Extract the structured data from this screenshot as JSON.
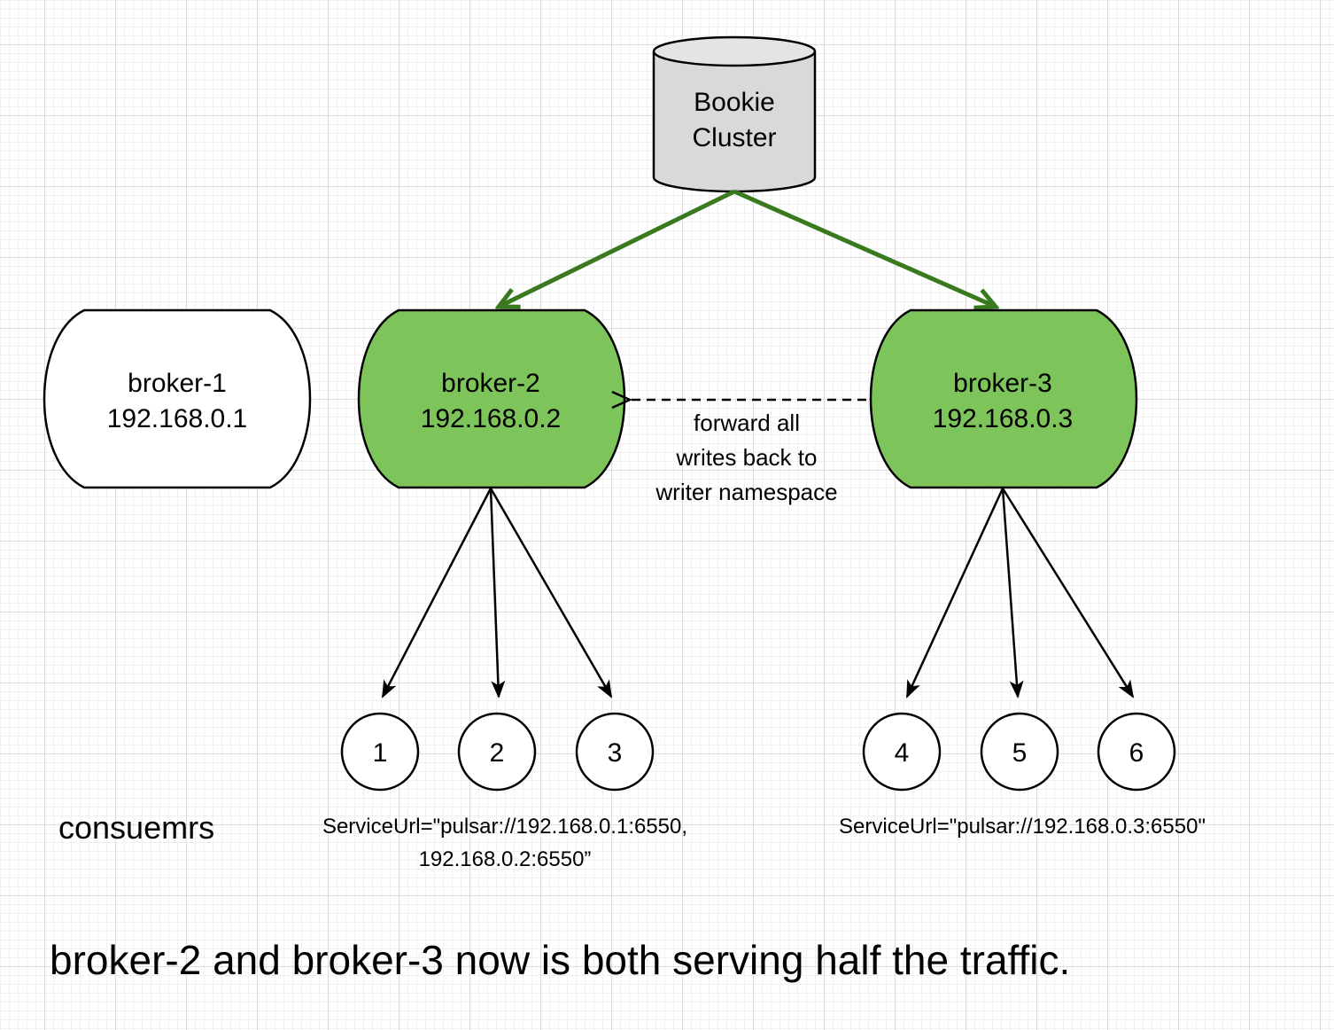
{
  "colors": {
    "active_broker": "#7dc55a",
    "idle_broker": "#ffffff",
    "storage": "#d9d9d9",
    "replication_edge": "#3a7a1f",
    "line": "#000000"
  },
  "storage": {
    "icon": "cylinder-icon",
    "line1": "Bookie",
    "line2": "Cluster"
  },
  "brokers": [
    {
      "name": "broker-1",
      "ip": "192.168.0.1",
      "active": false
    },
    {
      "name": "broker-2",
      "ip": "192.168.0.2",
      "active": true
    },
    {
      "name": "broker-3",
      "ip": "192.168.0.3",
      "active": true
    }
  ],
  "forward_edge": {
    "from": "broker-3",
    "to": "broker-2",
    "style": "dashed",
    "label_lines": [
      "forward all",
      "writes back to",
      "writer namespace"
    ]
  },
  "consumers": {
    "label": "consuemrs",
    "nodes": [
      "1",
      "2",
      "3",
      "4",
      "5",
      "6"
    ],
    "groups": [
      {
        "broker": "broker-2",
        "nodes": [
          "1",
          "2",
          "3"
        ],
        "service_url_lines": [
          "ServiceUrl=\"pulsar://192.168.0.1:6550,",
          "192.168.0.2:6550”"
        ]
      },
      {
        "broker": "broker-3",
        "nodes": [
          "4",
          "5",
          "6"
        ],
        "service_url_lines": [
          "ServiceUrl=\"pulsar://192.168.0.3:6550\""
        ]
      }
    ]
  },
  "caption": "broker-2 and broker-3 now is both serving half the traffic."
}
